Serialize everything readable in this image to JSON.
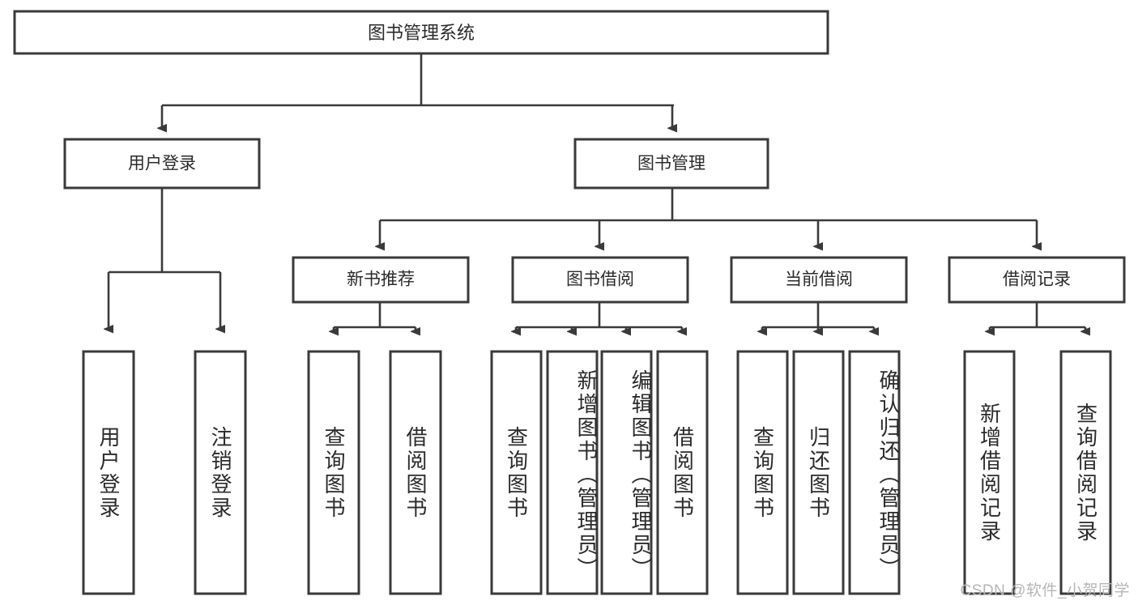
{
  "diagram": {
    "type": "tree",
    "title": "图书管理系统",
    "orientation": "top-down",
    "colors": {
      "box_stroke": "#3a3a3a",
      "box_fill": "#ffffff",
      "connector": "#3a3a3a",
      "text": "#2b2b2b",
      "background": "#ffffff",
      "watermark": "#b6b6b6"
    },
    "root": {
      "label": "图书管理系统"
    },
    "level2": [
      {
        "label": "用户登录"
      },
      {
        "label": "图书管理"
      }
    ],
    "level3": [
      {
        "label": "新书推荐"
      },
      {
        "label": "图书借阅"
      },
      {
        "label": "当前借阅"
      },
      {
        "label": "借阅记录"
      }
    ],
    "leaves": {
      "user_login": [
        {
          "label": "用户登录"
        },
        {
          "label": "注销登录"
        }
      ],
      "new_book_recommend": [
        {
          "label": "查询图书"
        },
        {
          "label": "借阅图书"
        }
      ],
      "book_borrow": [
        {
          "label": "查询图书"
        },
        {
          "label": "新增图书（管理员）"
        },
        {
          "label": "编辑图书（管理员）"
        },
        {
          "label": "借阅图书"
        }
      ],
      "current_borrow": [
        {
          "label": "查询图书"
        },
        {
          "label": "归还图书"
        },
        {
          "label": "确认归还（管理员）"
        }
      ],
      "borrow_record": [
        {
          "label": "新增借阅记录"
        },
        {
          "label": "查询借阅记录"
        }
      ]
    }
  },
  "watermark": {
    "text": "CSDN @软件_小贺同学"
  }
}
